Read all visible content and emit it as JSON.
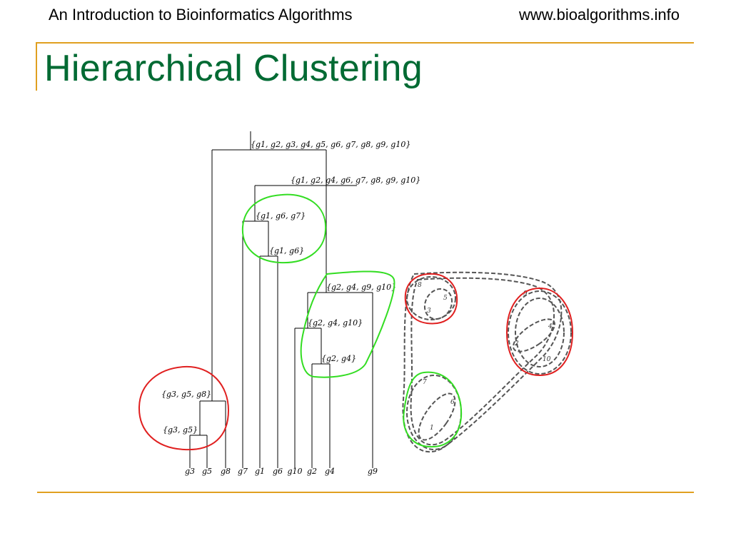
{
  "header": {
    "left": "An Introduction to Bioinformatics Algorithms",
    "right": "www.bioalgorithms.info"
  },
  "slide": {
    "title": "Hierarchical Clustering"
  },
  "dendrogram": {
    "clusters": [
      "{g1, g2, g3, g4, g5, g6, g7, g8, g9, g10}",
      "{g1, g2, g4, g6, g7, g8, g9, g10}",
      "{g1, g6, g7}",
      "{g1, g6}",
      "{g2, g4, g9, g10}",
      "{g2, g4, g10}",
      "{g2, g4}",
      "{g3, g5, g8}",
      "{g3, g5}"
    ],
    "leaves": [
      "g3",
      "g5",
      "g8",
      "g7",
      "g1",
      "g6",
      "g10",
      "g2",
      "g4",
      "g9"
    ]
  },
  "scatter": {
    "points": [
      "8",
      "5",
      "3",
      "9",
      "4",
      "2",
      "10",
      "7",
      "6",
      "1"
    ]
  },
  "colors": {
    "title": "#006a33",
    "rule": "#e0a020",
    "highlight_red": "#e02020",
    "highlight_green": "#33dd22",
    "dashed": "#555555"
  }
}
